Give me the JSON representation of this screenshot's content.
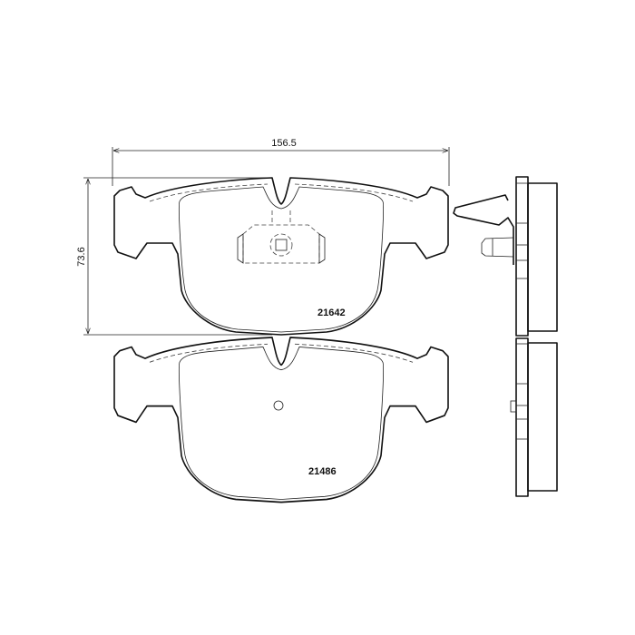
{
  "dimensions": {
    "width": "156.5",
    "height": "73.6"
  },
  "parts": [
    {
      "number": "21642"
    },
    {
      "number": "21486"
    }
  ],
  "colors": {
    "line": "#111111",
    "background": "#ffffff"
  }
}
